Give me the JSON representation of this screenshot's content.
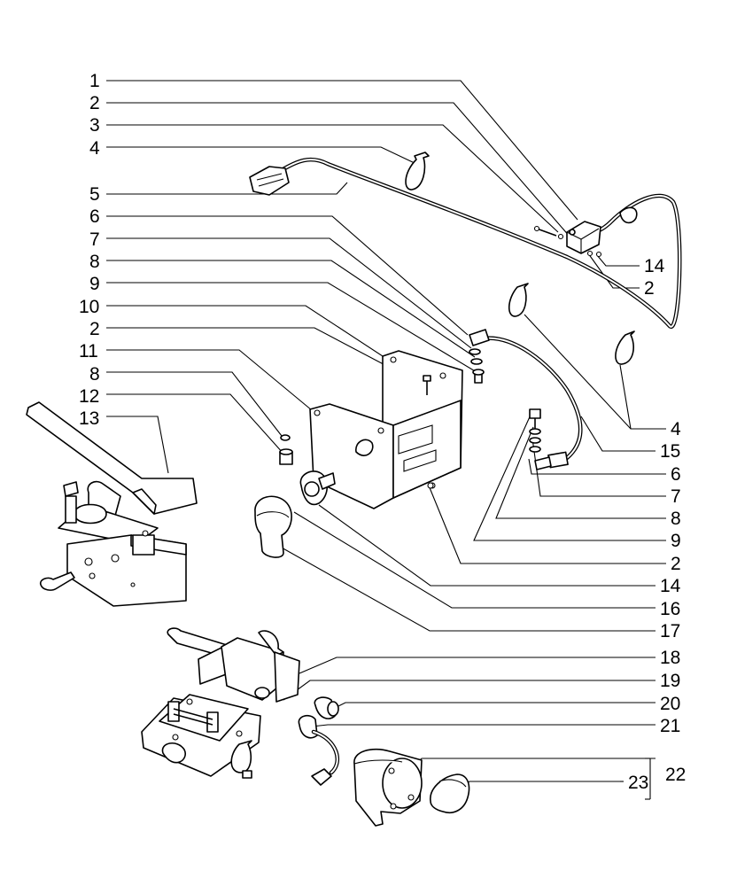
{
  "callouts": {
    "left": [
      {
        "id": "c1",
        "label": "1"
      },
      {
        "id": "c2a",
        "label": "2"
      },
      {
        "id": "c3",
        "label": "3"
      },
      {
        "id": "c4a",
        "label": "4"
      },
      {
        "id": "c5",
        "label": "5"
      },
      {
        "id": "c6a",
        "label": "6"
      },
      {
        "id": "c7a",
        "label": "7"
      },
      {
        "id": "c8a",
        "label": "8"
      },
      {
        "id": "c9a",
        "label": "9"
      },
      {
        "id": "c10",
        "label": "10"
      },
      {
        "id": "c2b",
        "label": "2"
      },
      {
        "id": "c11",
        "label": "11"
      },
      {
        "id": "c8b",
        "label": "8"
      },
      {
        "id": "c12",
        "label": "12"
      },
      {
        "id": "c13",
        "label": "13"
      }
    ],
    "right": [
      {
        "id": "c14a",
        "label": "14"
      },
      {
        "id": "c2c",
        "label": "2"
      },
      {
        "id": "c4b",
        "label": "4"
      },
      {
        "id": "c15",
        "label": "15"
      },
      {
        "id": "c6b",
        "label": "6"
      },
      {
        "id": "c7b",
        "label": "7"
      },
      {
        "id": "c8c",
        "label": "8"
      },
      {
        "id": "c9b",
        "label": "9"
      },
      {
        "id": "c2d",
        "label": "2"
      },
      {
        "id": "c14b",
        "label": "14"
      },
      {
        "id": "c16",
        "label": "16"
      },
      {
        "id": "c17",
        "label": "17"
      },
      {
        "id": "c18",
        "label": "18"
      },
      {
        "id": "c19",
        "label": "19"
      },
      {
        "id": "c20",
        "label": "20"
      },
      {
        "id": "c21",
        "label": "21"
      },
      {
        "id": "c23",
        "label": "23"
      },
      {
        "id": "c22",
        "label": "22"
      }
    ]
  }
}
